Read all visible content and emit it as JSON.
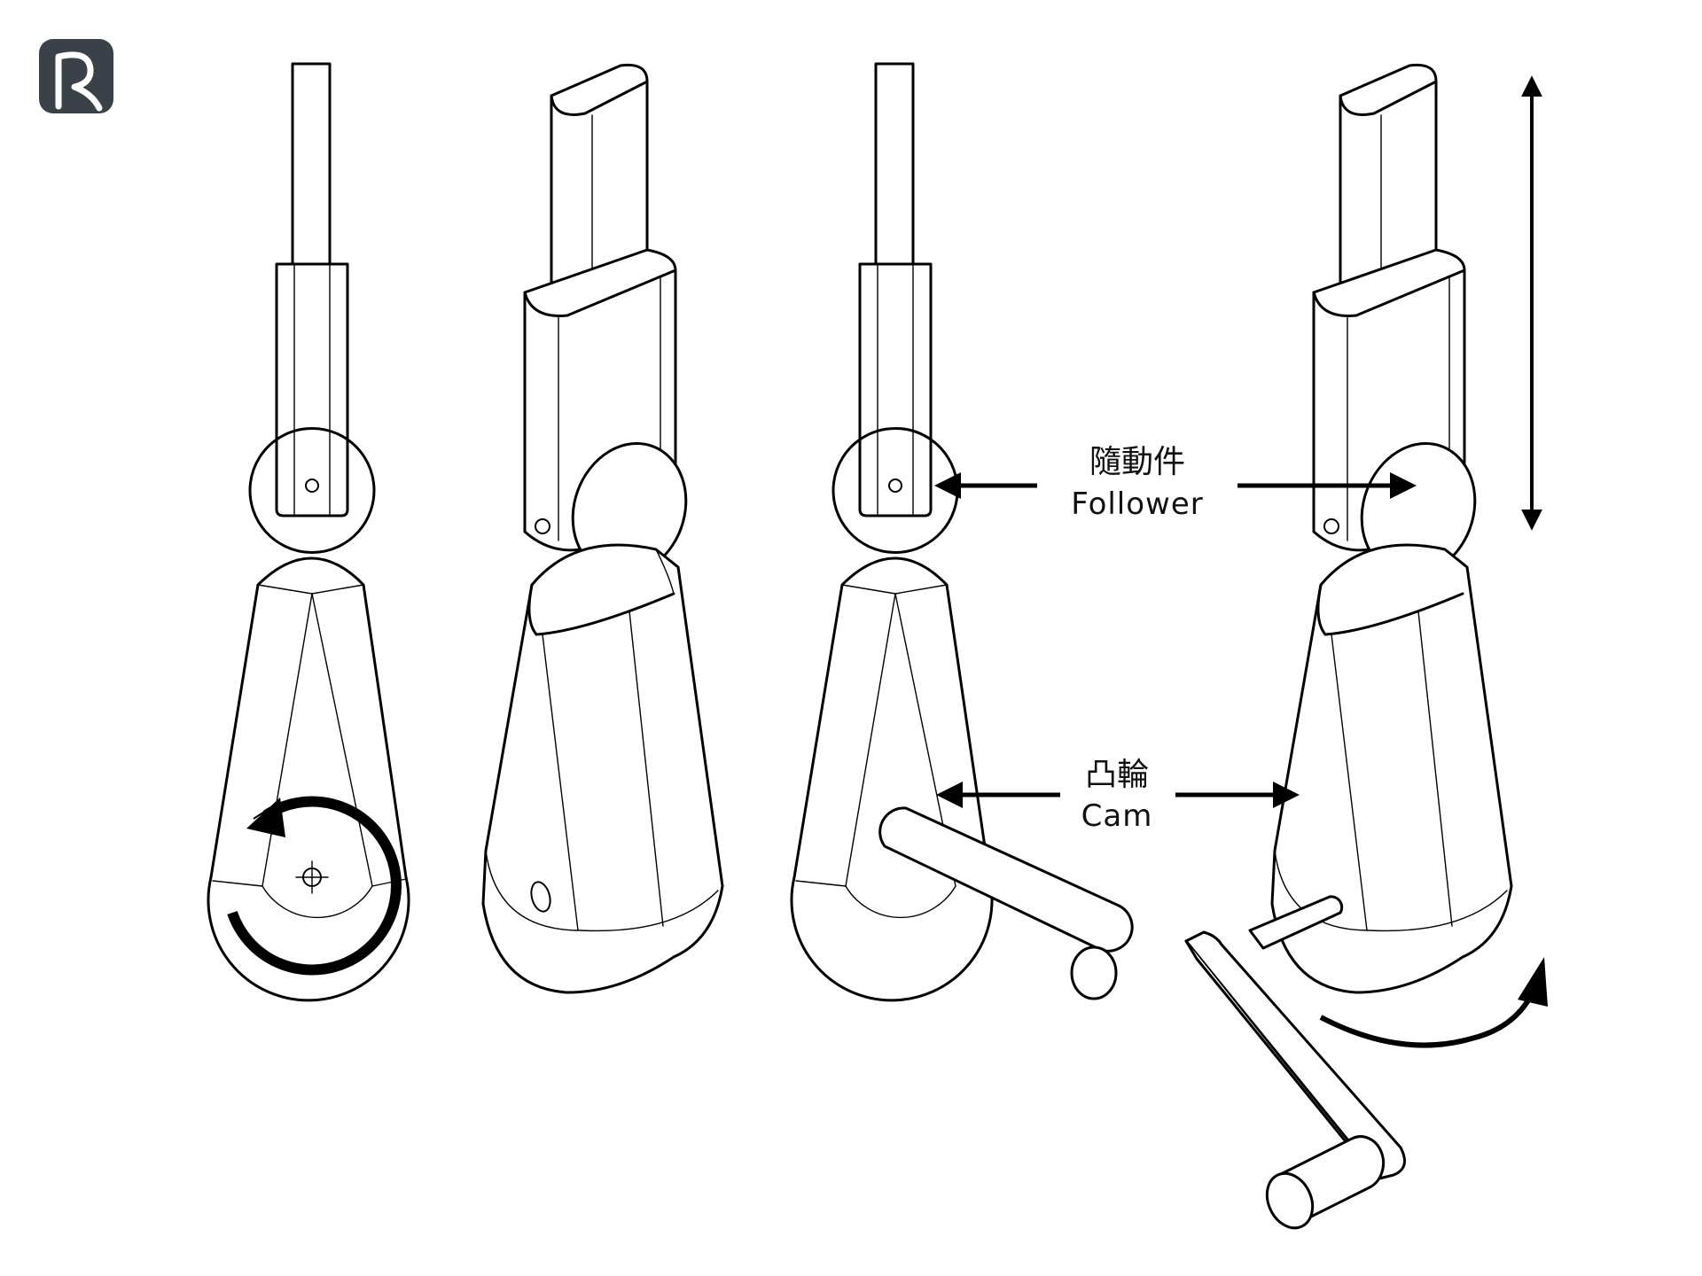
{
  "logo": {
    "letter": "R",
    "color": "#3b4148"
  },
  "labels": {
    "follower_zh": "隨動件",
    "follower_en": "Follower",
    "cam_zh": "凸輪",
    "cam_en": "Cam"
  },
  "colors": {
    "line": "#000000",
    "background": "#ffffff"
  }
}
